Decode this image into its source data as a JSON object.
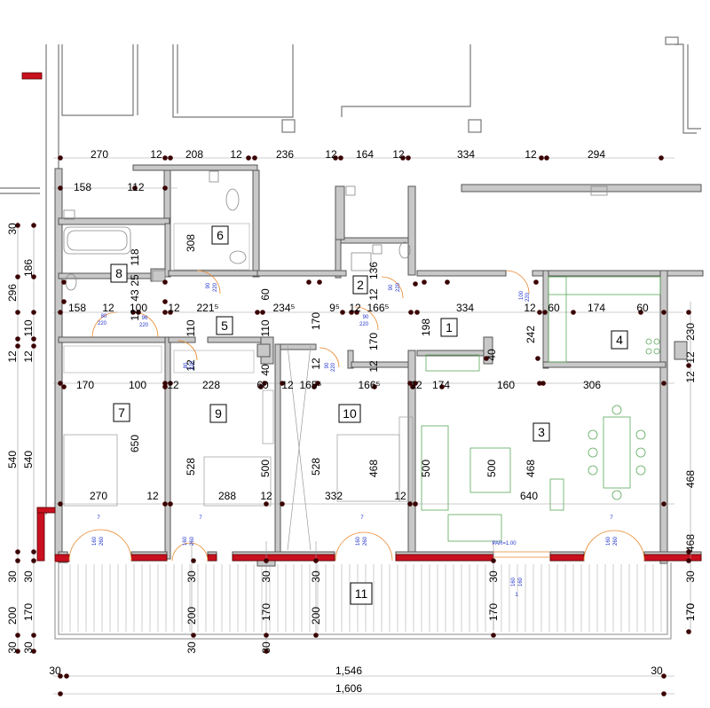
{
  "rooms": [
    "1",
    "2",
    "3",
    "4",
    "5",
    "6",
    "7",
    "8",
    "9",
    "10",
    "11"
  ],
  "dims_row1": [
    "270",
    "12",
    "208",
    "12",
    "236",
    "12",
    "164",
    "12",
    "334",
    "12",
    "294"
  ],
  "dims_row2": [
    "158",
    "112"
  ],
  "dims_row3": [
    "158",
    "12",
    "100",
    "12",
    "221⁵",
    "234⁵",
    "9⁵",
    "12",
    "166⁵",
    "334",
    "12",
    "60",
    "174",
    "60"
  ],
  "dims_row4": [
    "170",
    "100",
    "12",
    "228",
    "60",
    "12",
    "165⁵",
    "166⁵",
    "12",
    "174",
    "160",
    "306"
  ],
  "dims_row5": [
    "270",
    "12",
    "288",
    "12",
    "332",
    "12",
    "640"
  ],
  "dims_vert_inner": [
    "308",
    "118",
    "43",
    "25",
    "136",
    "60",
    "110",
    "170",
    "198",
    "170",
    "242",
    "40",
    "12",
    "12",
    "12",
    "650",
    "528",
    "500",
    "528",
    "468",
    "500",
    "500",
    "468",
    "468",
    "12",
    "110",
    "12",
    "40",
    "12"
  ],
  "dims_left": [
    "296",
    "186",
    "110",
    "12",
    "12",
    "540",
    "540",
    "30",
    "30",
    "30",
    "200",
    "170",
    "30",
    "30"
  ],
  "dims_right": [
    "230",
    "12",
    "468",
    "30",
    "170"
  ],
  "dims_bottom_v": [
    "30",
    "200",
    "30",
    "170",
    "200",
    "170",
    "170"
  ],
  "door_tags": [
    "80",
    "220",
    "96",
    "220",
    "90",
    "220",
    "80",
    "220",
    "100",
    "220",
    "90",
    "220",
    "90",
    "220",
    "90",
    "220"
  ],
  "window_tags": [
    "7",
    "160",
    "260",
    "7",
    "160",
    "260",
    "7",
    "160",
    "260",
    "7",
    "160",
    "260",
    "160",
    "160",
    "1"
  ],
  "par_label": "PAR=1.00",
  "bottom_dims": {
    "left": "30",
    "mid": "1,546",
    "right": "30",
    "total": "1,606"
  },
  "colors": {
    "wall": "#c8c8c8",
    "wall_stroke": "#555555",
    "red_wall": "#c8101e",
    "dot": "#3a0000",
    "door": "#e8872b",
    "furniture": "#5aa85a"
  }
}
